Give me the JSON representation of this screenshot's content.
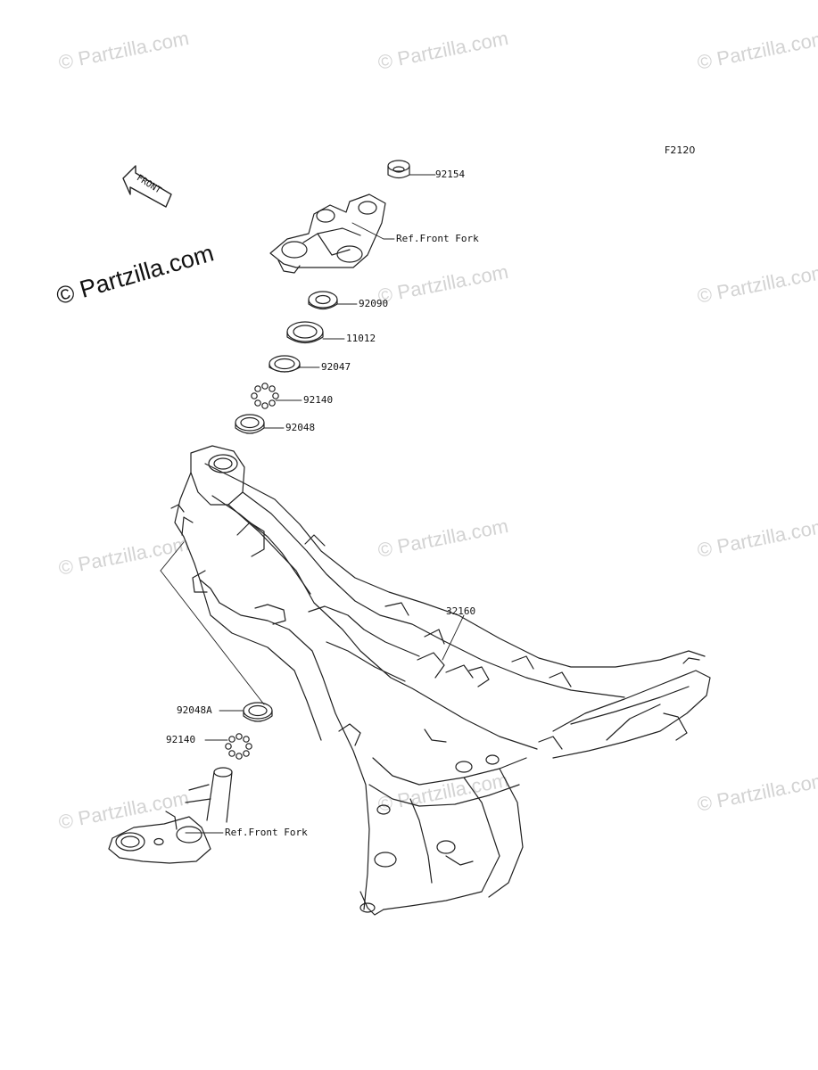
{
  "figure_id": "F2120",
  "front_arrow_text": "FRONT",
  "watermark": {
    "main": "© Partzilla.com",
    "faint": "© Partzilla.com"
  },
  "callouts": {
    "p92154": "92154",
    "ref_upper": "Ref.Front Fork",
    "p92090": "92090",
    "p11012": "11012",
    "p92047": "92047",
    "p92140_upper": "92140",
    "p92048": "92048",
    "p32160": "32160",
    "p92048A": "92048A",
    "p92140_lower": "92140",
    "ref_lower": "Ref.Front Fork"
  },
  "colors": {
    "line": "#222222",
    "watermark": "#d3d3d3"
  }
}
